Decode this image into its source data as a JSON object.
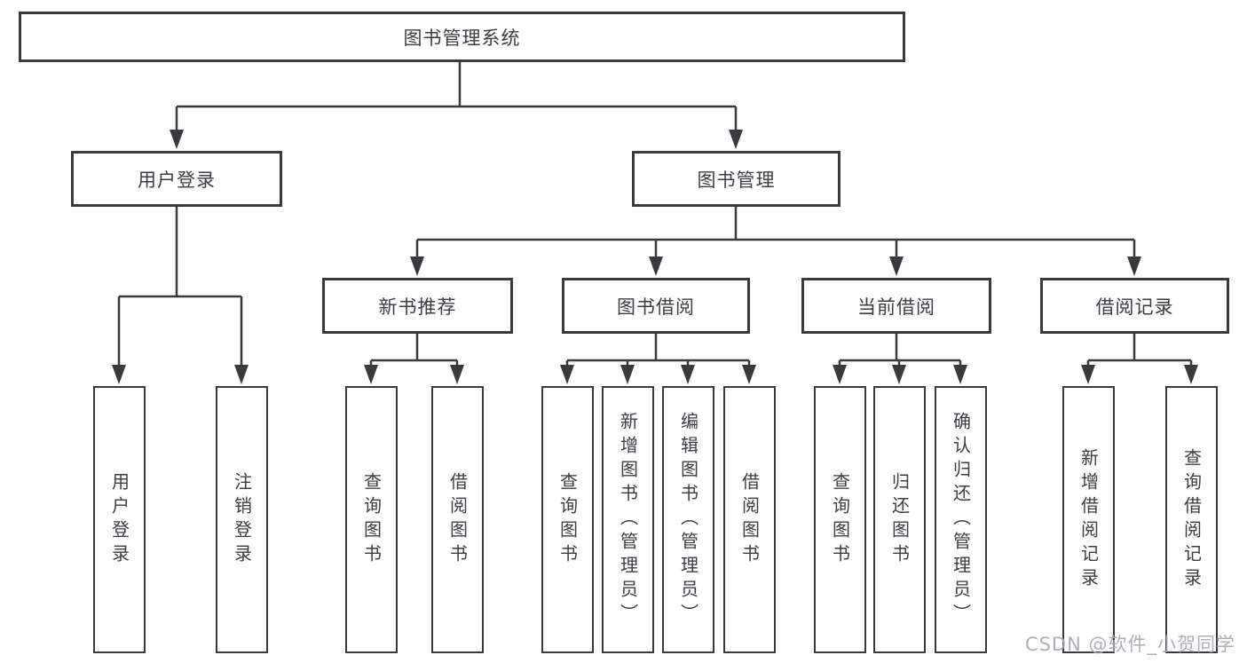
{
  "root": {
    "label": "图书管理系统"
  },
  "level2": {
    "user_login": {
      "label": "用户登录"
    },
    "book_management": {
      "label": "图书管理"
    }
  },
  "level3": {
    "new_books": {
      "label": "新书推荐"
    },
    "book_borrow": {
      "label": "图书借阅"
    },
    "current_borrow": {
      "label": "当前借阅"
    },
    "borrow_records": {
      "label": "借阅记录"
    }
  },
  "leaves": {
    "user_login": [
      "用户登录",
      "注销登录"
    ],
    "new_books": [
      "查询图书",
      "借阅图书"
    ],
    "book_borrow": [
      "查询图书",
      "新增图书（管理员）",
      "编辑图书（管理员）",
      "借阅图书"
    ],
    "current_borrow": [
      "查询图书",
      "归还图书",
      "确认归还（管理员）"
    ],
    "borrow_records": [
      "新增借阅记录",
      "查询借阅记录"
    ]
  },
  "watermark": "CSDN @软件_小贺同学",
  "colors": {
    "line": "#3a3a3e",
    "text": "#3c3c42",
    "watermark": "#aaaab2"
  }
}
